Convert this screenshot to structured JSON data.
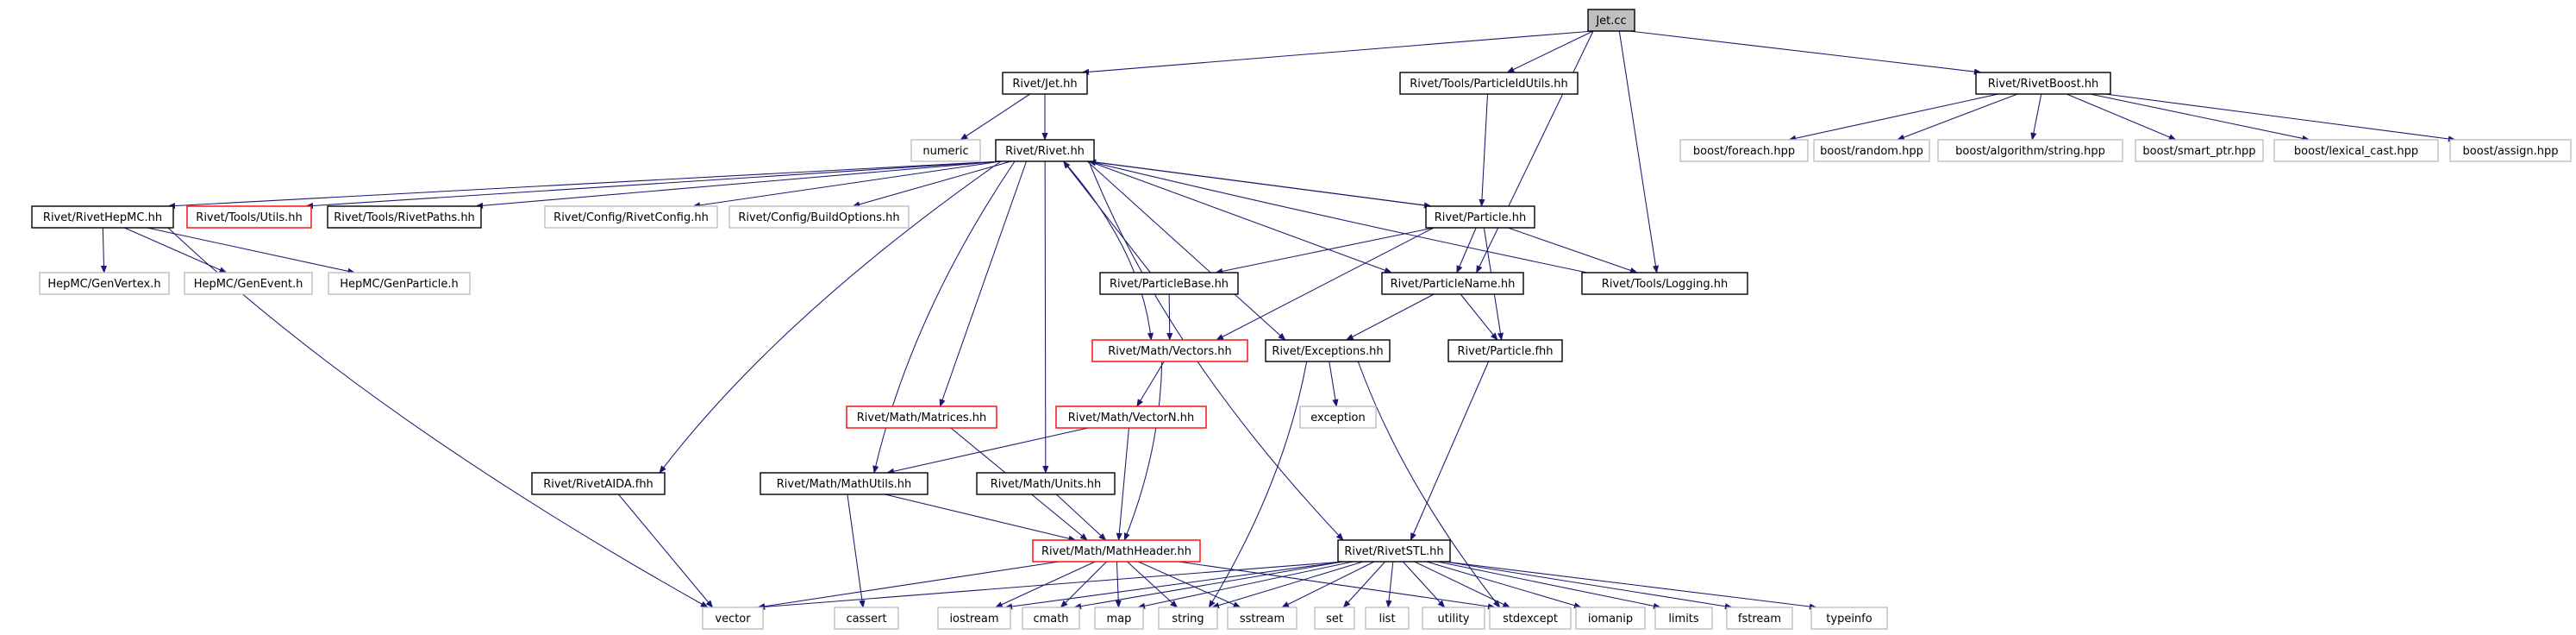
{
  "nodes": {
    "jet_cc": "Jet.cc",
    "rivet_jet_hh": "Rivet/Jet.hh",
    "particleidutils_hh": "Rivet/Tools/ParticleIdUtils.hh",
    "rivetboost_hh": "Rivet/RivetBoost.hh",
    "numeric": "numeric",
    "rivet_hh": "Rivet/Rivet.hh",
    "boost_foreach": "boost/foreach.hpp",
    "boost_random": "boost/random.hpp",
    "boost_algorithm_string": "boost/algorithm/string.hpp",
    "boost_smart_ptr": "boost/smart_ptr.hpp",
    "boost_lexical_cast": "boost/lexical_cast.hpp",
    "boost_assign": "boost/assign.hpp",
    "rivethepmc_hh": "Rivet/RivetHepMC.hh",
    "tools_utils_hh": "Rivet/Tools/Utils.hh",
    "tools_rivetpaths_hh": "Rivet/Tools/RivetPaths.hh",
    "config_rivetconfig_hh": "Rivet/Config/RivetConfig.hh",
    "config_buildoptions_hh": "Rivet/Config/BuildOptions.hh",
    "particle_hh": "Rivet/Particle.hh",
    "hepmc_genvertex": "HepMC/GenVertex.h",
    "hepmc_genevent": "HepMC/GenEvent.h",
    "hepmc_genparticle": "HepMC/GenParticle.h",
    "particlebase_hh": "Rivet/ParticleBase.hh",
    "particlename_hh": "Rivet/ParticleName.hh",
    "tools_logging_hh": "Rivet/Tools/Logging.hh",
    "math_vectors_hh": "Rivet/Math/Vectors.hh",
    "exceptions_hh": "Rivet/Exceptions.hh",
    "particle_fhh": "Rivet/Particle.fhh",
    "exception": "exception",
    "math_matrices_hh": "Rivet/Math/Matrices.hh",
    "math_vectorn_hh": "Rivet/Math/VectorN.hh",
    "rivetaida_fhh": "Rivet/RivetAIDA.fhh",
    "math_mathutils_hh": "Rivet/Math/MathUtils.hh",
    "math_units_hh": "Rivet/Math/Units.hh",
    "rivetstl_hh": "Rivet/RivetSTL.hh",
    "math_mathheader_hh": "Rivet/Math/MathHeader.hh",
    "vector": "vector",
    "cassert": "cassert",
    "iostream": "iostream",
    "cmath": "cmath",
    "map": "map",
    "string": "string",
    "sstream": "sstream",
    "set": "set",
    "list": "list",
    "utility": "utility",
    "stdexcept": "stdexcept",
    "iomanip": "iomanip",
    "limits": "limits",
    "fstream": "fstream",
    "typeinfo": "typeinfo"
  }
}
